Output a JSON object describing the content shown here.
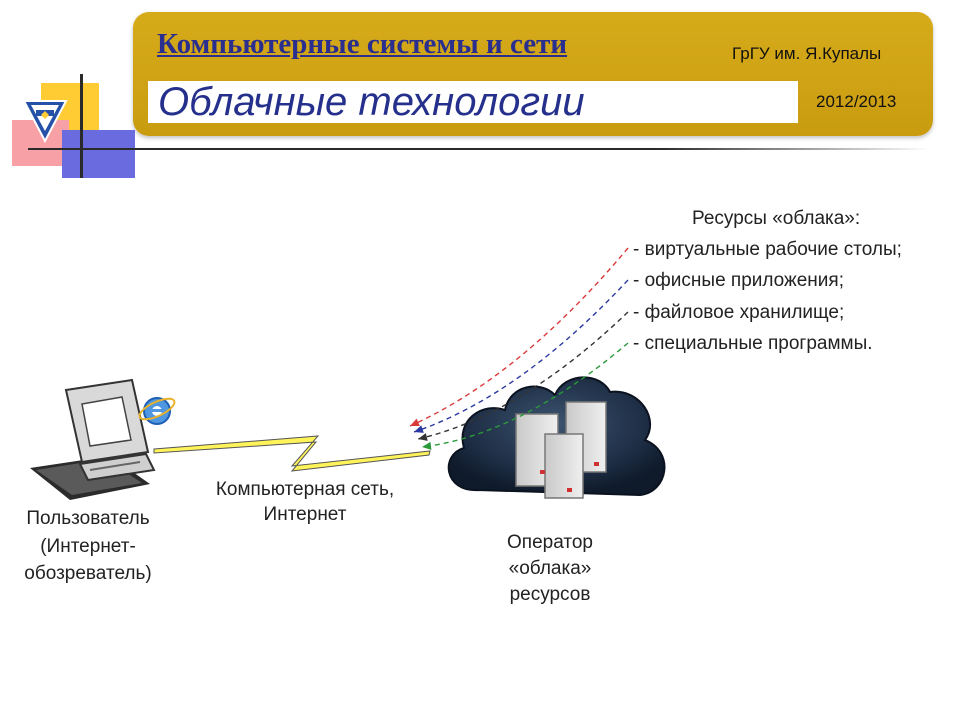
{
  "header": {
    "course_title": "Компьютерные системы и сети",
    "university": "ГрГУ им. Я.Купалы",
    "slide_title": "Облачные технологии",
    "year": "2012/2013"
  },
  "diagram": {
    "resources_title": "Ресурсы «облака»:",
    "resources": [
      "- виртуальные рабочие столы;",
      "- офисные приложения;",
      "- файловое хранилище;",
      "- специальные  программы."
    ],
    "network_label": [
      "Компьютерная сеть,",
      "Интернет"
    ],
    "user_label": [
      "Пользователь",
      "(Интернет-",
      "обозреватель)"
    ],
    "operator_label": [
      "Оператор",
      "«облака»",
      "ресурсов"
    ],
    "arrow_colors": [
      "#d83a3a",
      "#2a3aa0",
      "#333333",
      "#2a9a3a"
    ]
  }
}
